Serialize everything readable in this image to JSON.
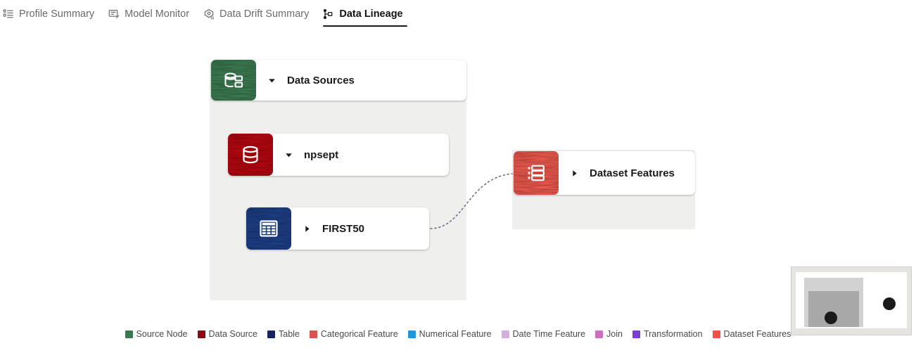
{
  "tabs": [
    {
      "label": "Profile Summary",
      "icon": "list-summary-icon",
      "active": false
    },
    {
      "label": "Model Monitor",
      "icon": "monitor-edit-icon",
      "active": false
    },
    {
      "label": "Data Drift Summary",
      "icon": "drift-graph-icon",
      "active": false
    },
    {
      "label": "Data Lineage",
      "icon": "lineage-tree-icon",
      "active": true
    }
  ],
  "graph": {
    "groups": [
      {
        "name": "data-sources-group",
        "title": "Data Sources"
      },
      {
        "name": "dataset-features-group",
        "title": "Dataset Features"
      }
    ],
    "nodes": [
      {
        "id": "data-sources",
        "label": "Data Sources",
        "icon": "source-node-icon",
        "color": "#3a7950",
        "expanded": true,
        "caret": "down"
      },
      {
        "id": "npsept",
        "label": "npsept",
        "icon": "database-icon",
        "color": "#b3070f",
        "expanded": true,
        "caret": "down"
      },
      {
        "id": "first50",
        "label": "FIRST50",
        "icon": "table-icon",
        "color": "#1d3e84",
        "expanded": false,
        "caret": "right"
      },
      {
        "id": "dataset-features",
        "label": "Dataset Features",
        "icon": "feature-list-icon",
        "color": "#e8574c",
        "expanded": false,
        "caret": "right"
      }
    ],
    "edges": [
      {
        "from": "first50",
        "to": "dataset-features",
        "style": "dotted"
      }
    ]
  },
  "minimap": {
    "label": "minimap"
  },
  "legend": [
    {
      "label": "Source Node",
      "color": "#3a7950"
    },
    {
      "label": "Data Source",
      "color": "#8c0712"
    },
    {
      "label": "Table",
      "color": "#18245f"
    },
    {
      "label": "Categorical Feature",
      "color": "#d9534f"
    },
    {
      "label": "Numerical Feature",
      "color": "#2196d9"
    },
    {
      "label": "Date Time Feature",
      "color": "#d4aede"
    },
    {
      "label": "Join",
      "color": "#cb6fc0"
    },
    {
      "label": "Transformation",
      "color": "#7b3fd4"
    },
    {
      "label": "Dataset Features",
      "color": "#f05044"
    }
  ]
}
